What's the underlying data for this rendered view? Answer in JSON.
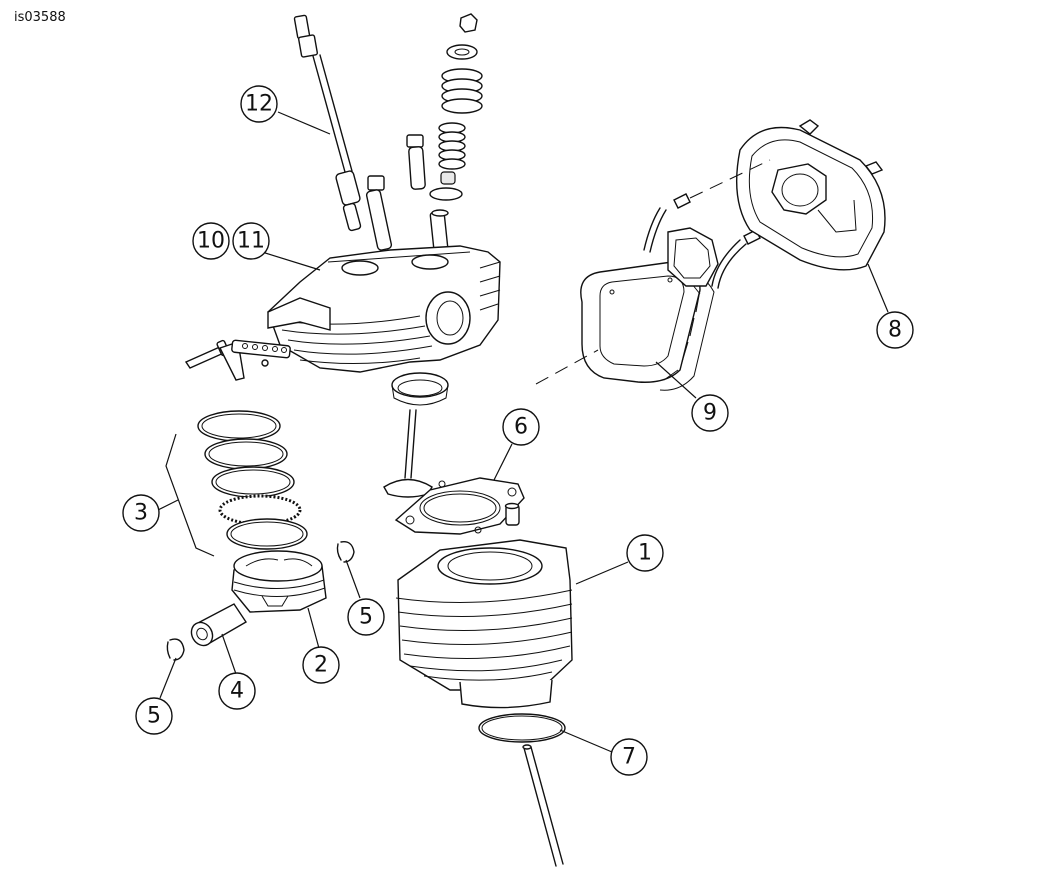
{
  "figure_id": "is03588",
  "callouts": [
    {
      "label": "1"
    },
    {
      "label": "2"
    },
    {
      "label": "3"
    },
    {
      "label": "4"
    },
    {
      "label": "5"
    },
    {
      "label": "5"
    },
    {
      "label": "6"
    },
    {
      "label": "7"
    },
    {
      "label": "8"
    },
    {
      "label": "9"
    },
    {
      "label": "10"
    },
    {
      "label": "11"
    },
    {
      "label": "12"
    }
  ]
}
